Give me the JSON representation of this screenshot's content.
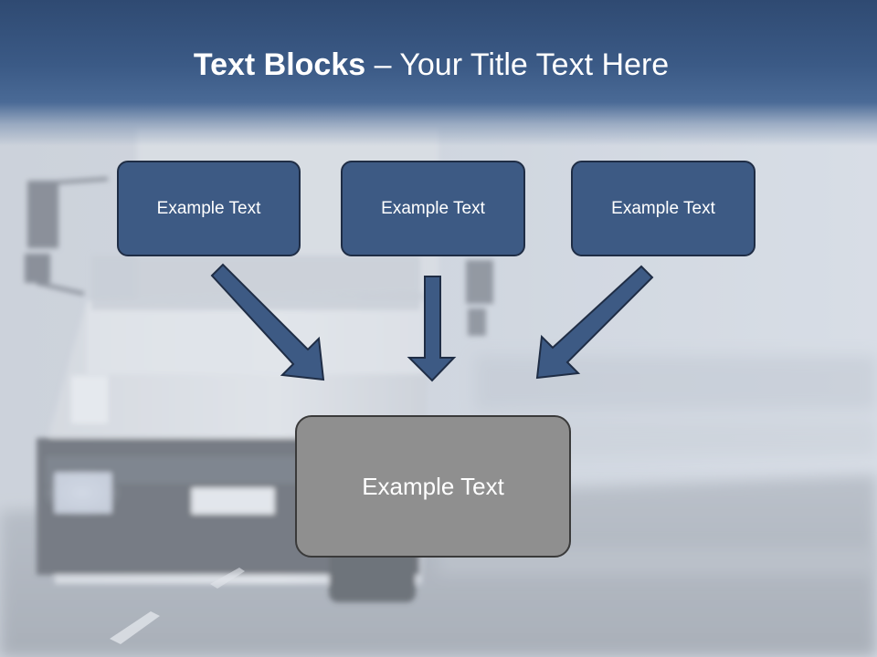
{
  "slide": {
    "title_bold": "Text Blocks",
    "title_rest": " – Your Title Text Here",
    "boxes": [
      {
        "label": "Example Text"
      },
      {
        "label": "Example Text"
      },
      {
        "label": "Example Text"
      },
      {
        "label": "Example Text"
      }
    ]
  },
  "colors": {
    "title_band": "#3b5a86",
    "box_fill": "#3d5a84",
    "box_border": "#1f2d45",
    "target_fill": "#8f8f8f",
    "arrow_fill": "#3d5a84"
  },
  "icons": {
    "arrows": [
      "arrow-down-right-icon",
      "arrow-down-icon",
      "arrow-down-left-icon"
    ],
    "background": "truck-photo"
  }
}
